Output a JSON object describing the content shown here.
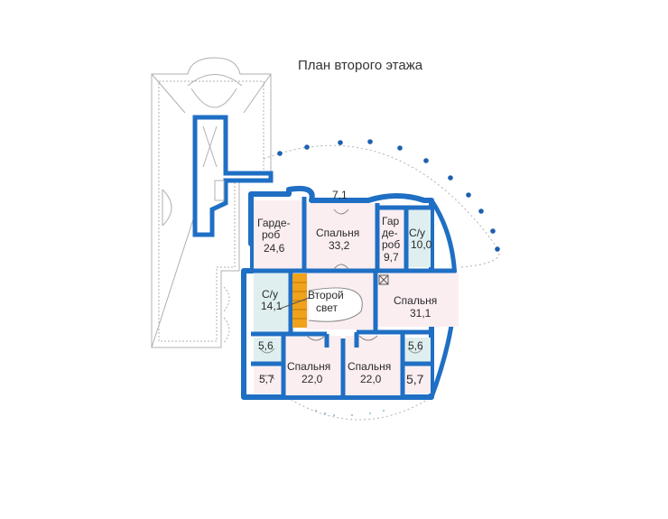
{
  "title": "План второго этажа",
  "rooms": [
    {
      "name": "Гардероб",
      "name_lines": [
        "Гарде-",
        "роб"
      ],
      "area": "24,6"
    },
    {
      "name": "Спальня",
      "area": "33,2"
    },
    {
      "name": "Гардероб",
      "name_lines": [
        "Гар",
        "де-",
        "роб"
      ],
      "area": "9,7"
    },
    {
      "name": "С/у",
      "area": "10,0"
    },
    {
      "name": "С/у",
      "area": "14,1"
    },
    {
      "name_lines": [
        "Второй",
        "свет"
      ]
    },
    {
      "name": "Спальня",
      "area": "31,1"
    },
    {
      "area": "5,6"
    },
    {
      "area": "5,7"
    },
    {
      "name": "Спальня",
      "area": "22,0"
    },
    {
      "name": "Спальня",
      "area": "22,0"
    },
    {
      "area": "5,6"
    },
    {
      "area": "5,7"
    },
    {
      "area": "7,1"
    }
  ],
  "colors": {
    "wall": "#1f6fc4",
    "room_fill": "#fbeef1",
    "bath_fill": "#dfeff0",
    "stair": "#f0a21a",
    "outline": "#b0b0b0",
    "dots": "#1d5fae",
    "text": "#2a2a2a"
  }
}
